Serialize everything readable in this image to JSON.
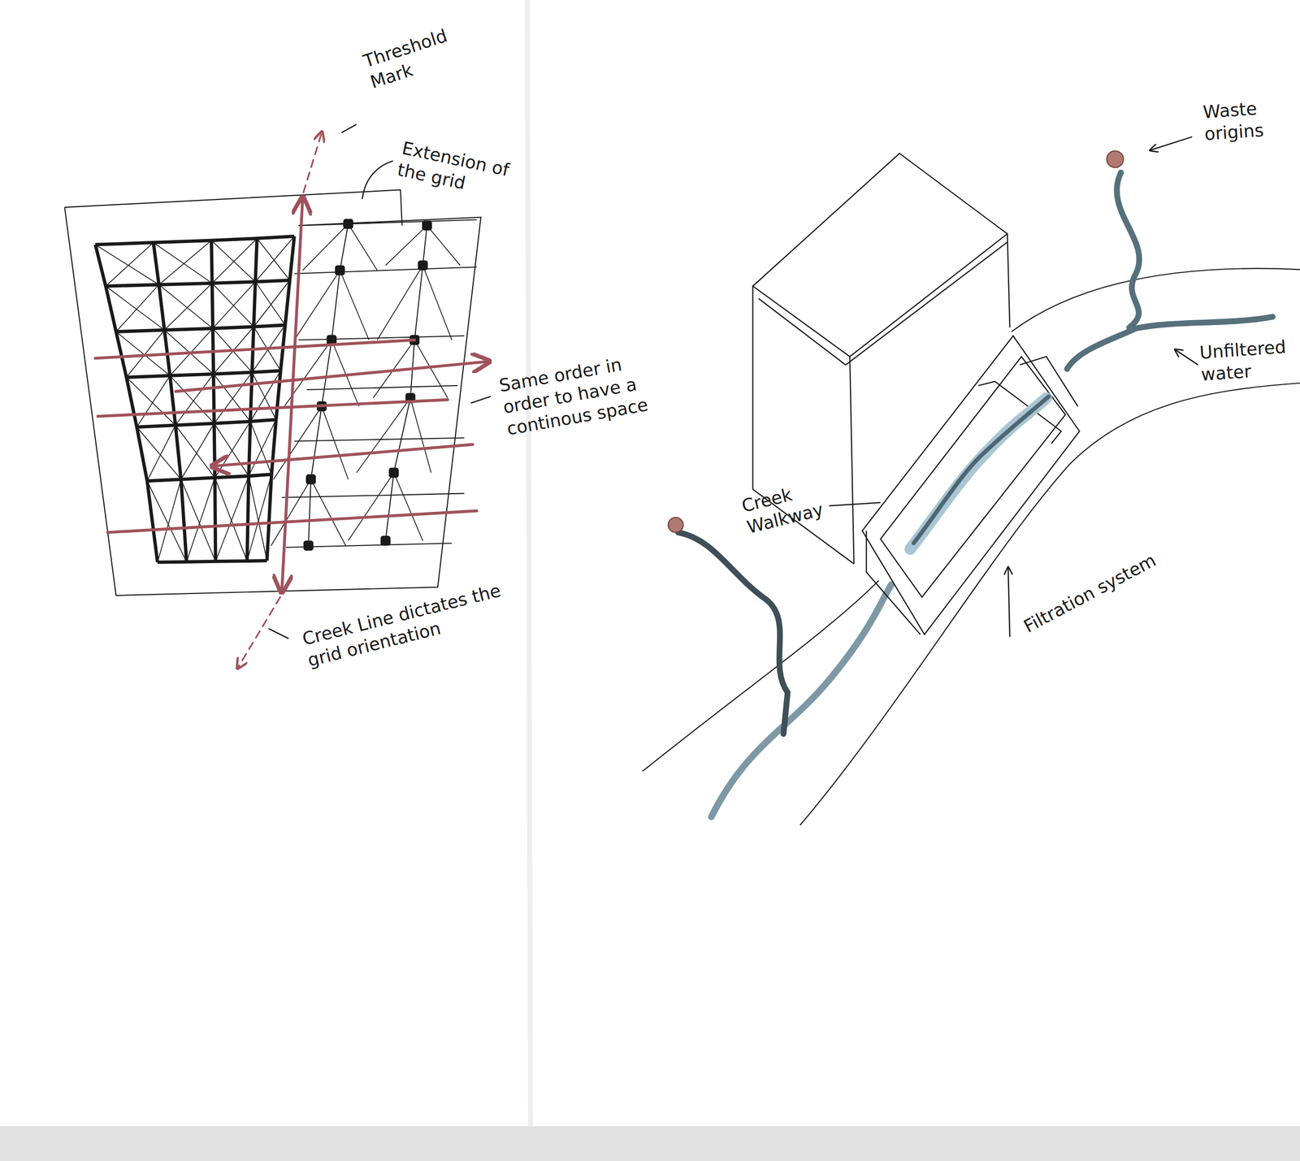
{
  "diagram": {
    "labels": [
      "Threshold Mark",
      "Extension of the grid",
      "Same order in order to have a continous space",
      "Creek Line dictates the grid orientation",
      "Waste origins",
      "Unfiltered water",
      "Creek Walkway",
      "Filtration system"
    ]
  }
}
